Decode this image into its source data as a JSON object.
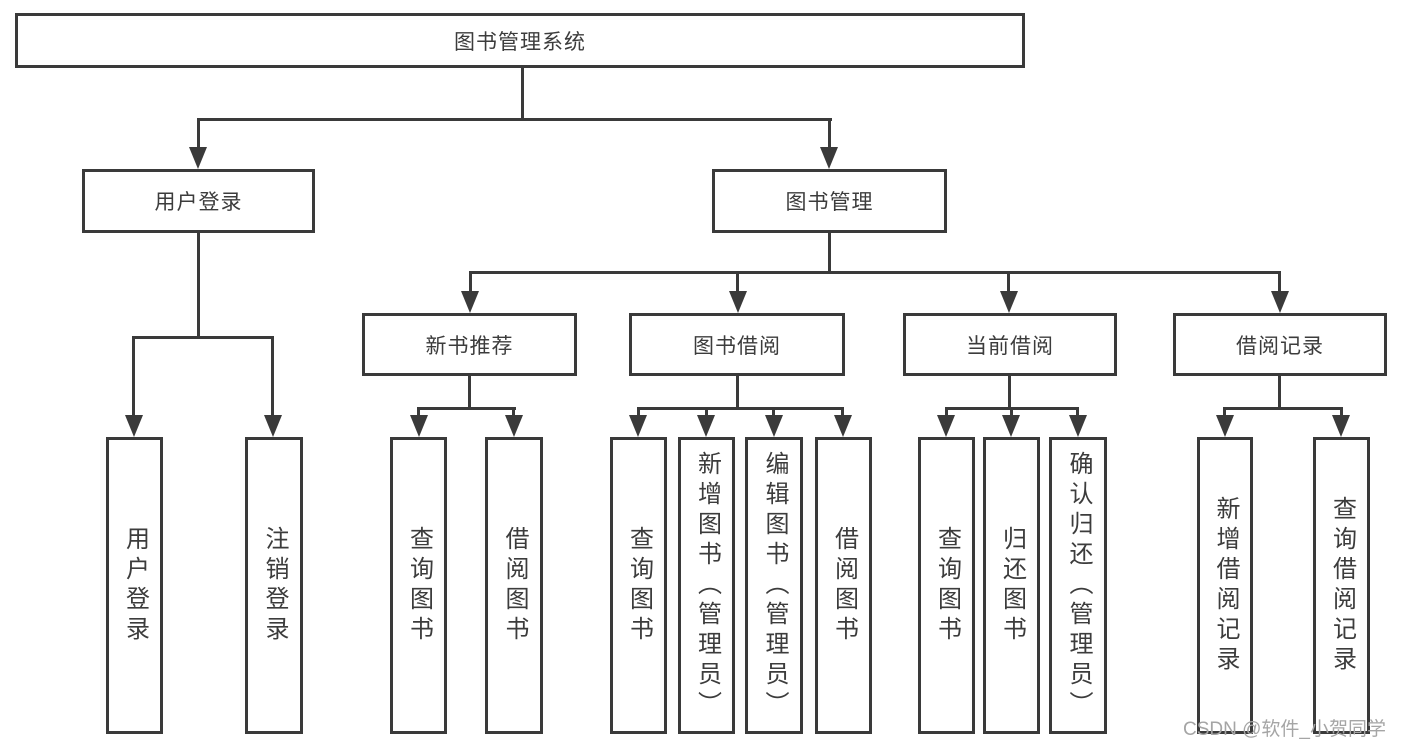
{
  "tree": {
    "root": {
      "label": "图书管理系统",
      "children": [
        {
          "label": "用户登录",
          "children": [
            {
              "label": "用户登录"
            },
            {
              "label": "注销登录"
            }
          ]
        },
        {
          "label": "图书管理",
          "children": [
            {
              "label": "新书推荐",
              "children": [
                {
                  "label": "查询图书"
                },
                {
                  "label": "借阅图书"
                }
              ]
            },
            {
              "label": "图书借阅",
              "children": [
                {
                  "label": "查询图书"
                },
                {
                  "label": "新增图书（管理员）"
                },
                {
                  "label": "编辑图书（管理员）"
                },
                {
                  "label": "借阅图书"
                }
              ]
            },
            {
              "label": "当前借阅",
              "children": [
                {
                  "label": "查询图书"
                },
                {
                  "label": "归还图书"
                },
                {
                  "label": "确认归还（管理员）"
                }
              ]
            },
            {
              "label": "借阅记录",
              "children": [
                {
                  "label": "新增借阅记录"
                },
                {
                  "label": "查询借阅记录"
                }
              ]
            }
          ]
        }
      ]
    }
  },
  "watermark": {
    "text": "CSDN @软件_小贺同学"
  },
  "colors": {
    "line": "#3a3a3a",
    "text": "#3c3c3c",
    "watermark": "#a5a5a5",
    "background": "#ffffff"
  }
}
